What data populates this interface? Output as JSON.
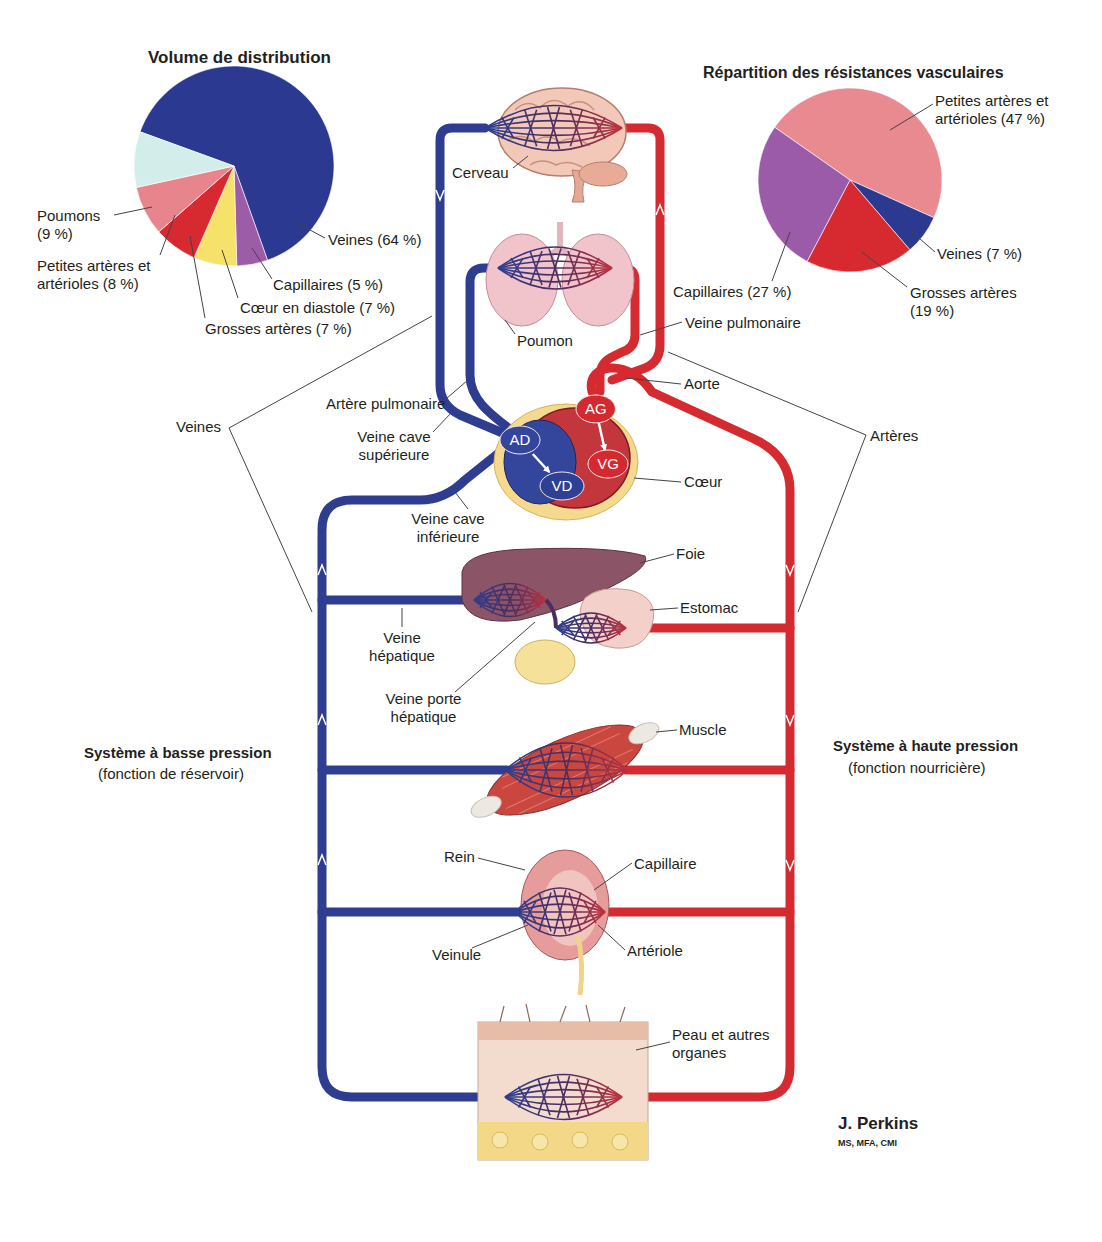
{
  "diagram": {
    "nodes": [
      {
        "text": [
          "AG"
        ]
      },
      {
        "text": [
          "AD"
        ]
      },
      {
        "text": [
          "VG"
        ]
      },
      {
        "text": [
          "VD"
        ]
      }
    ],
    "edges": [
      {
        "from": 1,
        "to": 3,
        "arrow": "to"
      },
      {
        "from": 0,
        "to": 2,
        "arrow": "to"
      }
    ],
    "labels": [
      "Volume de distribution",
      "Répartition des résistances vasculaires",
      "Petites artères et artérioles (47 %)",
      "Poumons (9 %)",
      "Veines (64 %)",
      "Petites artères et artérioles (8 %)",
      "Capillaires (5 %)",
      "Cœur en diastole (7 %)",
      "Grosses artères (7 %)",
      "Cerveau",
      "Veines (7 %)",
      "Capillaires (27 %)",
      "Grosses artères (19 %)",
      "Veine pulmonaire",
      "Poumon",
      "Aorte",
      "Artère pulmonaire",
      "Veines",
      "Artères",
      "Veine cave supérieure",
      "Cœur",
      "Veine cave inférieure",
      "Foie",
      "Estomac",
      "Veine hépatique",
      "Veine porte hépatique",
      "Muscle",
      "Système à basse pression",
      "(fonction de réservoir)",
      "Système à haute pression",
      "(fonction nourricière)",
      "Rein",
      "Capillaire",
      "Veinule",
      "Artériole",
      "Peau et autres organes",
      "J. Perkins",
      "MS, MFA, CMI"
    ]
  }
}
